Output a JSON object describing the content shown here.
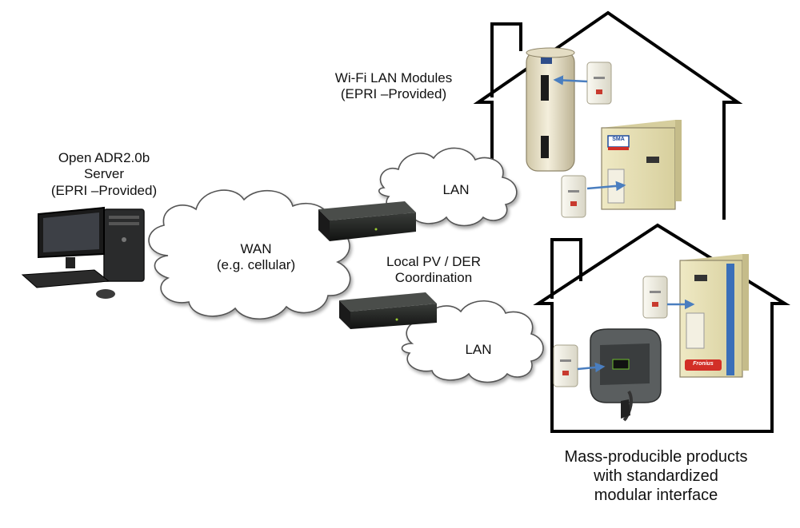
{
  "labels": {
    "server": "Open ADR2.0b\nServer\n(EPRI –Provided)",
    "wifi_modules": "Wi-Fi LAN Modules\n(EPRI –Provided)",
    "wan": "WAN\n(e.g. cellular)",
    "lan_top": "LAN",
    "lan_bottom": "LAN",
    "local_coordination": "Local PV / DER\nCoordination",
    "mass_producible": "Mass-producible products\nwith standardized\nmodular interface"
  },
  "brands": {
    "inverter_top": "SMA",
    "inverter_bottom": "Fronius"
  },
  "colors": {
    "cloud_fill": "#ffffff",
    "cloud_stroke": "#555555",
    "house_stroke": "#000000",
    "arrow": "#4a7ebf",
    "gateway": "#1d1f1d",
    "inverter_body": "#e6dfb0",
    "accent_blue": "#3a6fb8"
  },
  "icons": {
    "computer": "desktop-computer-icon",
    "gateway": "gateway-box-icon",
    "water_heater": "water-heater-icon",
    "inverter": "inverter-icon",
    "wifi_module": "wifi-module-icon",
    "ev_charger": "ev-charger-icon"
  }
}
